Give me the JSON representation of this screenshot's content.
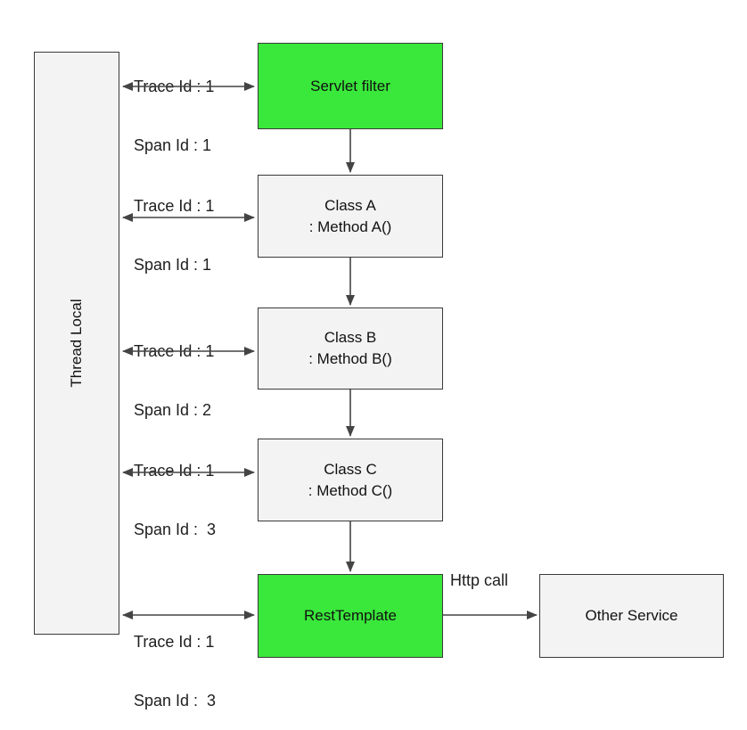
{
  "colors": {
    "highlight": "#39e83a",
    "box_fill": "#f3f3f3",
    "border": "#3a3a3a",
    "arrow": "#444444"
  },
  "thread_local": {
    "label": "Thread Local"
  },
  "nodes": {
    "servlet_filter": {
      "label": "Servlet filter"
    },
    "class_a": {
      "line1": "Class A",
      "line2": ": Method A()"
    },
    "class_b": {
      "line1": "Class B",
      "line2": ": Method B()"
    },
    "class_c": {
      "line1": "Class C",
      "line2": ": Method C()"
    },
    "rest_template": {
      "label": "RestTemplate"
    },
    "other_service": {
      "label": "Other Service"
    }
  },
  "trace_labels": [
    {
      "trace": "Trace Id : 1",
      "span": "Span Id : 1"
    },
    {
      "trace": "Trace Id : 1",
      "span": "Span Id : 1"
    },
    {
      "trace": "Trace Id : 1",
      "span": "Span Id : 2"
    },
    {
      "trace": "Trace Id : 1",
      "span": "Span Id :  3"
    },
    {
      "trace": "Trace Id : 1",
      "span": "Span Id :  3"
    }
  ],
  "edges": {
    "http_call_label": "Http call"
  }
}
